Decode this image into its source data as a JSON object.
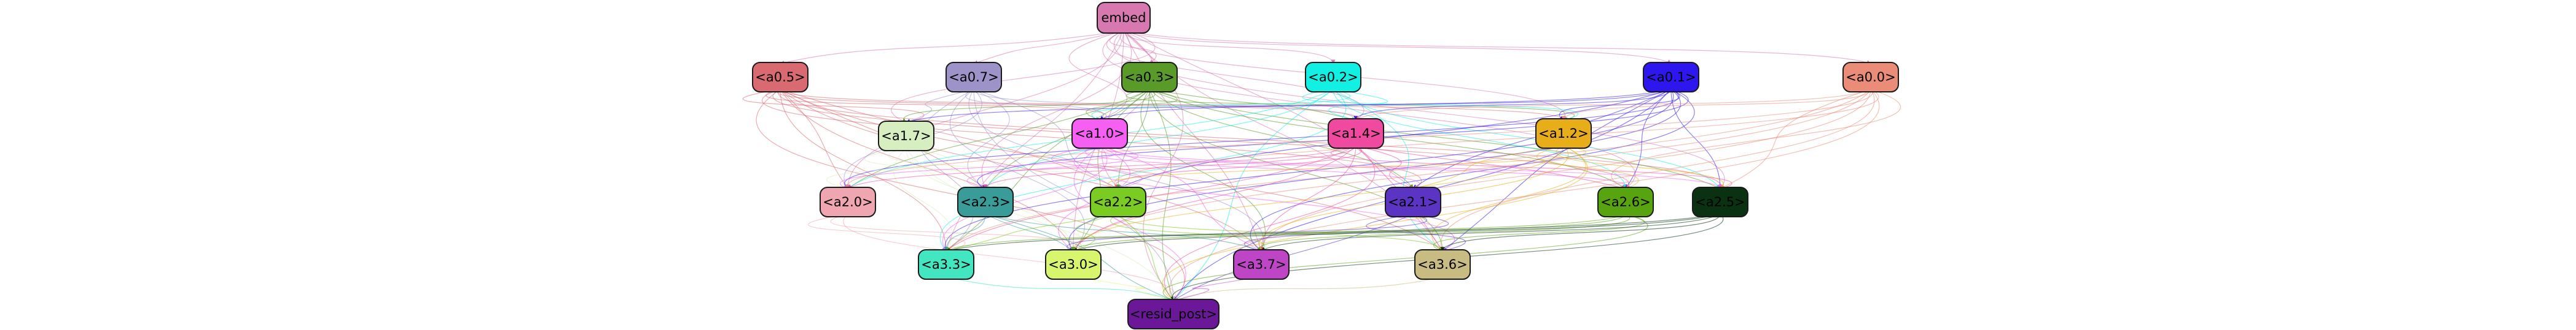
{
  "nodes": [
    {
      "id": "embed",
      "label": "embed",
      "fill": "#d778b0",
      "text": "#000000"
    },
    {
      "id": "a0_5",
      "label": "<a0.5>",
      "fill": "#d96a72",
      "text": "#000000"
    },
    {
      "id": "a0_7",
      "label": "<a0.7>",
      "fill": "#9d93c8",
      "text": "#000000"
    },
    {
      "id": "a0_3",
      "label": "<a0.3>",
      "fill": "#5a9a28",
      "text": "#000000"
    },
    {
      "id": "a0_2",
      "label": "<a0.2>",
      "fill": "#12f0e3",
      "text": "#000000"
    },
    {
      "id": "a0_1",
      "label": "<a0.1>",
      "fill": "#2e17ee",
      "text": "#000000"
    },
    {
      "id": "a0_0",
      "label": "<a0.0>",
      "fill": "#ea8c78",
      "text": "#000000"
    },
    {
      "id": "a1_7",
      "label": "<a1.7>",
      "fill": "#d6eec0",
      "text": "#000000"
    },
    {
      "id": "a1_0",
      "label": "<a1.0>",
      "fill": "#f55ff2",
      "text": "#000000"
    },
    {
      "id": "a1_4",
      "label": "<a1.4>",
      "fill": "#ef4aa0",
      "text": "#000000"
    },
    {
      "id": "a1_2",
      "label": "<a1.2>",
      "fill": "#e8ae1a",
      "text": "#000000"
    },
    {
      "id": "a2_0",
      "label": "<a2.0>",
      "fill": "#f0a6b0",
      "text": "#000000"
    },
    {
      "id": "a2_3",
      "label": "<a2.3>",
      "fill": "#3a9c98",
      "text": "#000000"
    },
    {
      "id": "a2_2",
      "label": "<a2.2>",
      "fill": "#7acb22",
      "text": "#000000"
    },
    {
      "id": "a2_1",
      "label": "<a2.1>",
      "fill": "#5b34c4",
      "text": "#000000"
    },
    {
      "id": "a2_6",
      "label": "<a2.6>",
      "fill": "#58a410",
      "text": "#000000"
    },
    {
      "id": "a2_5",
      "label": "<a2.5>",
      "fill": "#0a3212",
      "text": "#000000"
    },
    {
      "id": "a3_3",
      "label": "<a3.3>",
      "fill": "#42e6c0",
      "text": "#000000"
    },
    {
      "id": "a3_0",
      "label": "<a3.0>",
      "fill": "#d8f56e",
      "text": "#000000"
    },
    {
      "id": "a3_7",
      "label": "<a3.7>",
      "fill": "#be46c6",
      "text": "#000000"
    },
    {
      "id": "a3_6",
      "label": "<a3.6>",
      "fill": "#c8bc82",
      "text": "#000000"
    },
    {
      "id": "resid_post",
      "label": "<resid_post>",
      "fill": "#6a1898",
      "text": "#000000"
    }
  ],
  "edges": [
    [
      "embed",
      "a0_5"
    ],
    [
      "embed",
      "a0_7"
    ],
    [
      "embed",
      "a0_3"
    ],
    [
      "embed",
      "a0_2"
    ],
    [
      "embed",
      "a0_1"
    ],
    [
      "embed",
      "a0_0"
    ],
    [
      "embed",
      "a1_7"
    ],
    [
      "embed",
      "a1_0"
    ],
    [
      "embed",
      "a1_4"
    ],
    [
      "embed",
      "a1_2"
    ],
    [
      "embed",
      "a2_0"
    ],
    [
      "embed",
      "a2_3"
    ],
    [
      "embed",
      "a2_2"
    ],
    [
      "embed",
      "a2_1"
    ],
    [
      "embed",
      "a2_6"
    ],
    [
      "embed",
      "a2_5"
    ],
    [
      "embed",
      "a3_3"
    ],
    [
      "embed",
      "a3_0"
    ],
    [
      "embed",
      "a3_7"
    ],
    [
      "embed",
      "a3_6"
    ],
    [
      "embed",
      "resid_post"
    ],
    [
      "a0_5",
      "a1_7"
    ],
    [
      "a0_5",
      "a1_0"
    ],
    [
      "a0_5",
      "a1_4"
    ],
    [
      "a0_5",
      "a1_2"
    ],
    [
      "a0_5",
      "a2_0"
    ],
    [
      "a0_5",
      "a2_3"
    ],
    [
      "a0_5",
      "a2_2"
    ],
    [
      "a0_5",
      "a2_1"
    ],
    [
      "a0_5",
      "a2_6"
    ],
    [
      "a0_5",
      "a2_5"
    ],
    [
      "a0_5",
      "a3_3"
    ],
    [
      "a0_5",
      "a3_0"
    ],
    [
      "a0_5",
      "a3_7"
    ],
    [
      "a0_5",
      "a3_6"
    ],
    [
      "a0_5",
      "resid_post"
    ],
    [
      "a0_7",
      "a1_7"
    ],
    [
      "a0_7",
      "a1_0"
    ],
    [
      "a0_7",
      "a1_4"
    ],
    [
      "a0_7",
      "a2_0"
    ],
    [
      "a0_7",
      "a2_3"
    ],
    [
      "a0_7",
      "a2_2"
    ],
    [
      "a0_7",
      "a3_3"
    ],
    [
      "a0_7",
      "a3_0"
    ],
    [
      "a0_7",
      "a3_7"
    ],
    [
      "a0_7",
      "resid_post"
    ],
    [
      "a0_3",
      "a1_7"
    ],
    [
      "a0_3",
      "a1_0"
    ],
    [
      "a0_3",
      "a1_4"
    ],
    [
      "a0_3",
      "a1_2"
    ],
    [
      "a0_3",
      "a2_0"
    ],
    [
      "a0_3",
      "a2_3"
    ],
    [
      "a0_3",
      "a2_2"
    ],
    [
      "a0_3",
      "a2_1"
    ],
    [
      "a0_3",
      "a2_6"
    ],
    [
      "a0_3",
      "a2_5"
    ],
    [
      "a0_3",
      "a3_3"
    ],
    [
      "a0_3",
      "a3_0"
    ],
    [
      "a0_3",
      "a3_7"
    ],
    [
      "a0_3",
      "a3_6"
    ],
    [
      "a0_3",
      "resid_post"
    ],
    [
      "a0_2",
      "a1_0"
    ],
    [
      "a0_2",
      "a1_4"
    ],
    [
      "a0_2",
      "a1_2"
    ],
    [
      "a0_2",
      "a2_0"
    ],
    [
      "a0_2",
      "a2_3"
    ],
    [
      "a0_2",
      "a2_6"
    ],
    [
      "a0_2",
      "a2_5"
    ],
    [
      "a0_2",
      "a3_3"
    ],
    [
      "a0_2",
      "a3_6"
    ],
    [
      "a0_2",
      "resid_post"
    ],
    [
      "a0_1",
      "a1_7"
    ],
    [
      "a0_1",
      "a1_0"
    ],
    [
      "a0_1",
      "a1_4"
    ],
    [
      "a0_1",
      "a1_2"
    ],
    [
      "a0_1",
      "a2_0"
    ],
    [
      "a0_1",
      "a2_3"
    ],
    [
      "a0_1",
      "a2_2"
    ],
    [
      "a0_1",
      "a2_1"
    ],
    [
      "a0_1",
      "a2_6"
    ],
    [
      "a0_1",
      "a2_5"
    ],
    [
      "a0_1",
      "a3_3"
    ],
    [
      "a0_1",
      "a3_0"
    ],
    [
      "a0_1",
      "a3_7"
    ],
    [
      "a0_1",
      "a3_6"
    ],
    [
      "a0_1",
      "resid_post"
    ],
    [
      "a0_0",
      "a1_4"
    ],
    [
      "a0_0",
      "a1_2"
    ],
    [
      "a0_0",
      "a2_0"
    ],
    [
      "a0_0",
      "a2_2"
    ],
    [
      "a0_0",
      "a2_6"
    ],
    [
      "a0_0",
      "a2_5"
    ],
    [
      "a0_0",
      "a3_3"
    ],
    [
      "a0_0",
      "a3_0"
    ],
    [
      "a0_0",
      "a3_7"
    ],
    [
      "a0_0",
      "a3_6"
    ],
    [
      "a0_0",
      "resid_post"
    ],
    [
      "a1_7",
      "a2_0"
    ],
    [
      "a1_7",
      "a2_3"
    ],
    [
      "a1_7",
      "a2_2"
    ],
    [
      "a1_7",
      "a3_3"
    ],
    [
      "a1_7",
      "a3_0"
    ],
    [
      "a1_7",
      "resid_post"
    ],
    [
      "a1_0",
      "a2_0"
    ],
    [
      "a1_0",
      "a2_3"
    ],
    [
      "a1_0",
      "a2_2"
    ],
    [
      "a1_0",
      "a2_1"
    ],
    [
      "a1_0",
      "a2_6"
    ],
    [
      "a1_0",
      "a2_5"
    ],
    [
      "a1_0",
      "a3_3"
    ],
    [
      "a1_0",
      "a3_0"
    ],
    [
      "a1_0",
      "a3_7"
    ],
    [
      "a1_0",
      "a3_6"
    ],
    [
      "a1_0",
      "resid_post"
    ],
    [
      "a1_4",
      "a2_0"
    ],
    [
      "a1_4",
      "a2_3"
    ],
    [
      "a1_4",
      "a2_2"
    ],
    [
      "a1_4",
      "a2_1"
    ],
    [
      "a1_4",
      "a2_6"
    ],
    [
      "a1_4",
      "a2_5"
    ],
    [
      "a1_4",
      "a3_3"
    ],
    [
      "a1_4",
      "a3_0"
    ],
    [
      "a1_4",
      "a3_7"
    ],
    [
      "a1_4",
      "a3_6"
    ],
    [
      "a1_4",
      "resid_post"
    ],
    [
      "a1_2",
      "a2_2"
    ],
    [
      "a1_2",
      "a2_1"
    ],
    [
      "a1_2",
      "a2_6"
    ],
    [
      "a1_2",
      "a2_5"
    ],
    [
      "a1_2",
      "a3_0"
    ],
    [
      "a1_2",
      "a3_7"
    ],
    [
      "a1_2",
      "a3_6"
    ],
    [
      "a1_2",
      "resid_post"
    ],
    [
      "a2_0",
      "a3_3"
    ],
    [
      "a2_0",
      "a3_0"
    ],
    [
      "a2_0",
      "resid_post"
    ],
    [
      "a2_3",
      "a3_3"
    ],
    [
      "a2_3",
      "a3_0"
    ],
    [
      "a2_3",
      "a3_7"
    ],
    [
      "a2_3",
      "resid_post"
    ],
    [
      "a2_2",
      "a3_3"
    ],
    [
      "a2_2",
      "a3_0"
    ],
    [
      "a2_2",
      "a3_7"
    ],
    [
      "a2_2",
      "a3_6"
    ],
    [
      "a2_2",
      "resid_post"
    ],
    [
      "a2_1",
      "a3_0"
    ],
    [
      "a2_1",
      "a3_7"
    ],
    [
      "a2_1",
      "a3_6"
    ],
    [
      "a2_1",
      "resid_post"
    ],
    [
      "a2_6",
      "a3_3"
    ],
    [
      "a2_6",
      "a3_0"
    ],
    [
      "a2_6",
      "a3_7"
    ],
    [
      "a2_6",
      "a3_6"
    ],
    [
      "a2_6",
      "resid_post"
    ],
    [
      "a2_5",
      "a3_3"
    ],
    [
      "a2_5",
      "a3_0"
    ],
    [
      "a2_5",
      "a3_7"
    ],
    [
      "a2_5",
      "a3_6"
    ],
    [
      "a2_5",
      "resid_post"
    ],
    [
      "a3_3",
      "resid_post"
    ],
    [
      "a3_0",
      "resid_post"
    ],
    [
      "a3_7",
      "resid_post"
    ],
    [
      "a3_6",
      "resid_post"
    ]
  ]
}
